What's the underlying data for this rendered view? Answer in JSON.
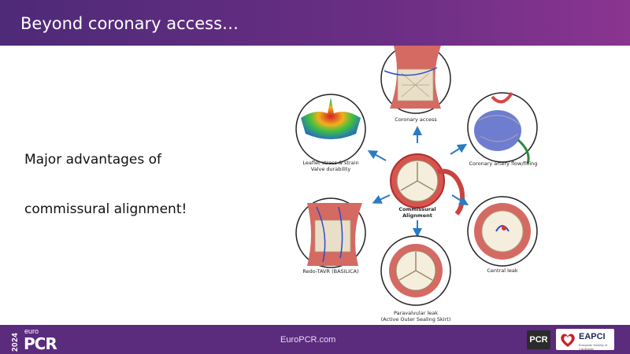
{
  "header": {
    "title": "Beyond coronary access…"
  },
  "body": {
    "line1": "Major advantages of",
    "line2": "commissural alignment!"
  },
  "figure": {
    "captions": {
      "coronary_access": "Coronary access",
      "leaflet_stress": "Leaflet stress & strain",
      "valve_durability": "Valve durability",
      "coronary_flow": "Coronary artery flow/filling",
      "commissural1": "Commissural",
      "commissural2": "Alignment",
      "redo_tavr": "Redo-TAVR (BASILICA)",
      "central_leak": "Central leak",
      "pvl1": "Paravalvular leak",
      "pvl2": "(Active Outer Sealing Skirt)"
    }
  },
  "footer": {
    "url": "EuroPCR.com",
    "year": "2024",
    "euro": "euro",
    "pcr": "PCR",
    "pcr_badge": "PCR",
    "eapci": "EAPCI",
    "eapci_sub": "European Society of Cardiology"
  },
  "colors": {
    "header": "#5b2b7e",
    "vessel_red": "#c8443f",
    "arrow_blue": "#2a7bc4"
  }
}
